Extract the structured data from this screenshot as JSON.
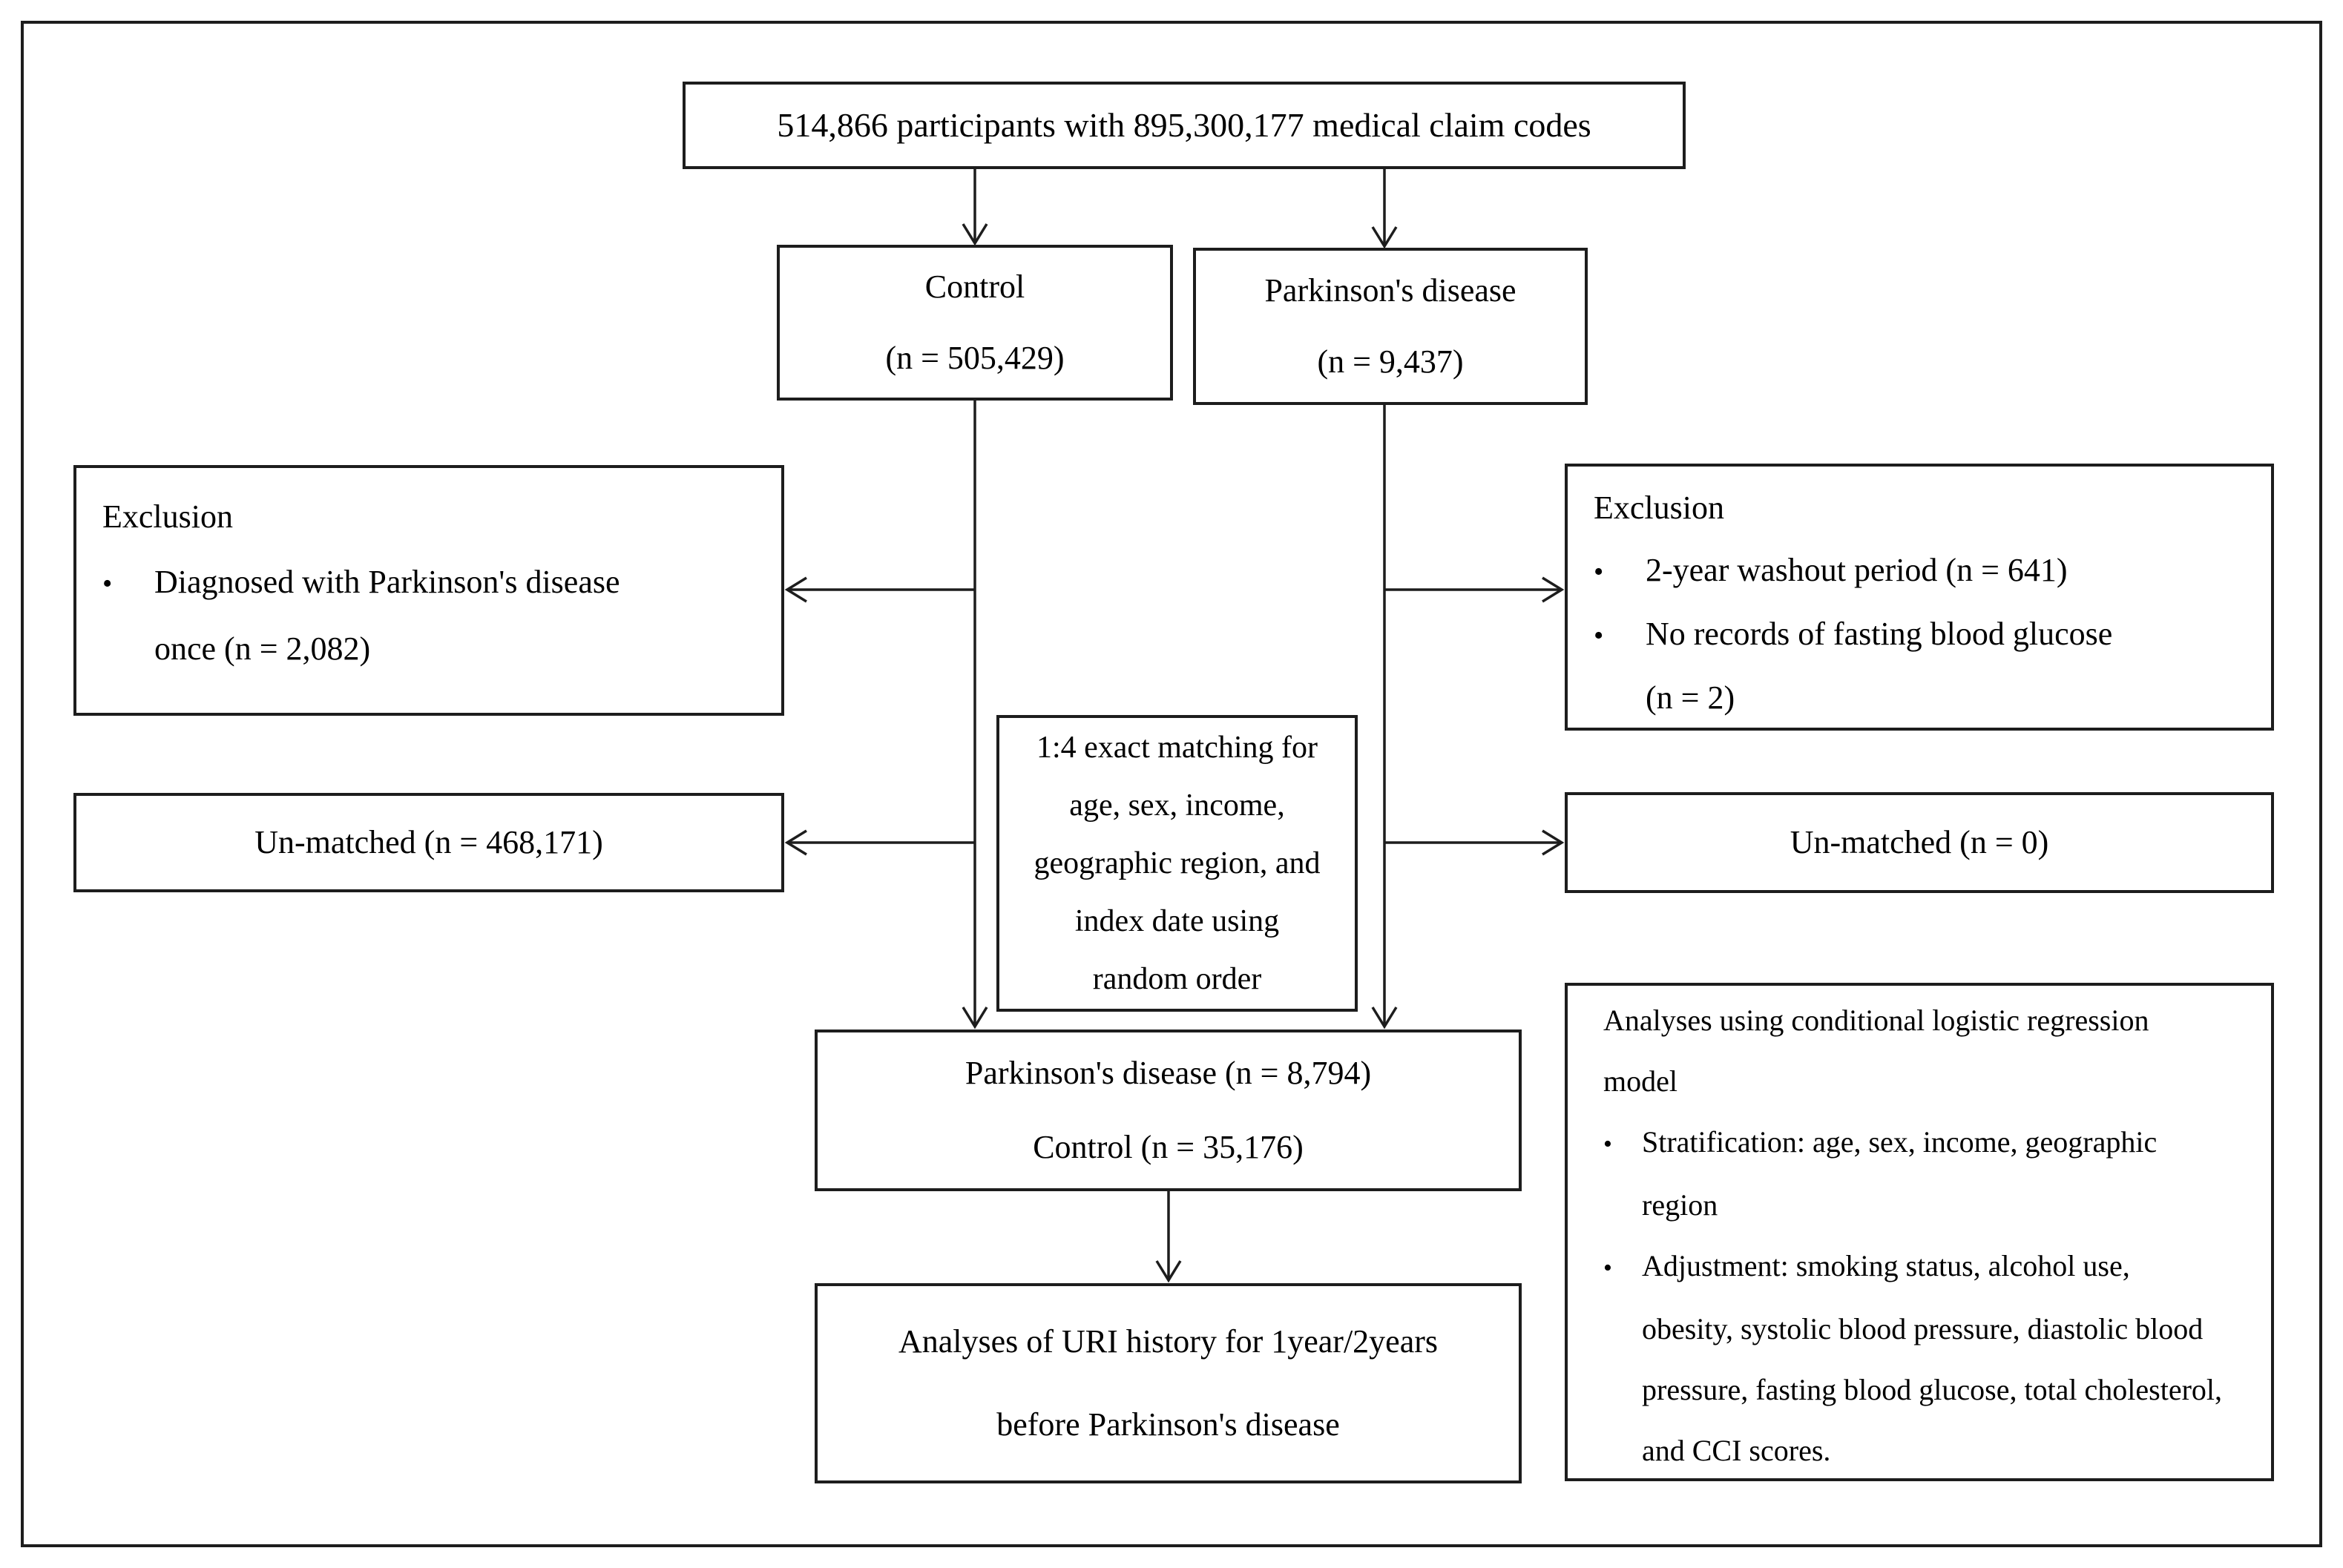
{
  "flowchart": {
    "bullet_char": "•",
    "top_box": {
      "text": "514,866 participants with 895,300,177 medical claim codes"
    },
    "control_box": {
      "lines": [
        "Control",
        "(n = 505,429)"
      ]
    },
    "pd_box": {
      "lines": [
        "Parkinson's disease",
        "(n = 9,437)"
      ]
    },
    "left_exclusion_box": {
      "title": "Exclusion",
      "bullet1": "Diagnosed with Parkinson's disease",
      "bullet1_cont": "once (n = 2,082)"
    },
    "right_exclusion_box": {
      "title": "Exclusion",
      "bullet1": "2-year washout period (n = 641)",
      "bullet2": "No records of fasting blood glucose",
      "bullet2_cont": "(n = 2)"
    },
    "matching_box": {
      "lines": [
        "1:4 exact matching for",
        "age, sex, income,",
        "geographic region, and",
        "index date using",
        "random order"
      ]
    },
    "left_unmatched_box": {
      "text": "Un-matched (n = 468,171)"
    },
    "right_unmatched_box": {
      "text": "Un-matched (n = 0)"
    },
    "matched_box": {
      "lines": [
        "Parkinson's disease (n = 8,794)",
        "Control (n = 35,176)"
      ]
    },
    "analysis_box": {
      "lines": [
        "Analyses of  URI history for 1year/2years",
        "before Parkinson's disease"
      ]
    },
    "model_box": {
      "line1": "Analyses using conditional logistic regression",
      "line2": "model",
      "bullet1": "Stratification: age, sex, income, geographic",
      "bullet1_cont": "region",
      "bullet2": "Adjustment: smoking status, alcohol use,",
      "bullet2_cont1": "obesity, systolic blood pressure, diastolic blood",
      "bullet2_cont2": "pressure, fasting blood glucose, total cholesterol,",
      "bullet2_cont3": "and CCI scores."
    }
  }
}
